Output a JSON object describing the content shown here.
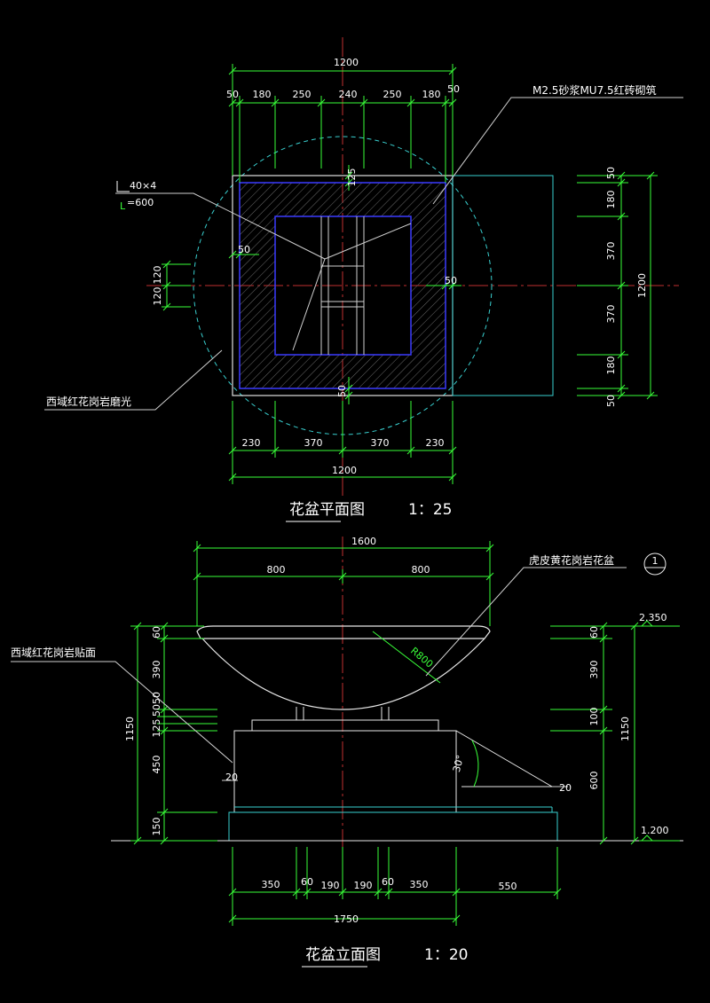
{
  "plan": {
    "title": "花盆平面图",
    "scale": "1：25",
    "top_total": "1200",
    "top_dims": [
      "50",
      "180",
      "250",
      "240",
      "250",
      "180",
      "50"
    ],
    "bottom_dims": [
      "230",
      "370",
      "370",
      "230"
    ],
    "bottom_total": "1200",
    "right_dims": [
      "50",
      "180",
      "370",
      "370",
      "180",
      "50"
    ],
    "right_total": "1200",
    "left_dims": [
      "120",
      "120"
    ],
    "inner_50_left": "50",
    "inner_50_right": "50",
    "inner_50_bottom": "50",
    "inner_125": "125",
    "note_brick": "M2.5砂浆MU7.5红砖砌筑",
    "note_angle_a": "40×4",
    "note_angle_b": "=600",
    "note_granite": "西域红花岗岩磨光"
  },
  "elevation": {
    "title": "花盆立面图",
    "scale": "1：20",
    "top_total": "1600",
    "top_dims": [
      "800",
      "800"
    ],
    "left_dims": [
      "60",
      "390",
      "5050",
      "125",
      "450",
      "150"
    ],
    "left_total": "1150",
    "right_dims": [
      "60",
      "390",
      "100",
      "600"
    ],
    "right_total": "1150",
    "bottom_dims": [
      "350",
      "60",
      "190",
      "190",
      "60",
      "350",
      "550"
    ],
    "bottom_total": "1750",
    "elev_top": "2.350",
    "elev_bottom": "1.200",
    "radius": "R800",
    "angle": "30°",
    "small_20_left": "20",
    "small_20_right": "20",
    "note_pot": "虎皮黄花岗岩花盆",
    "note_cladding": "西域红花岗岩贴面",
    "callout_no": "1"
  }
}
